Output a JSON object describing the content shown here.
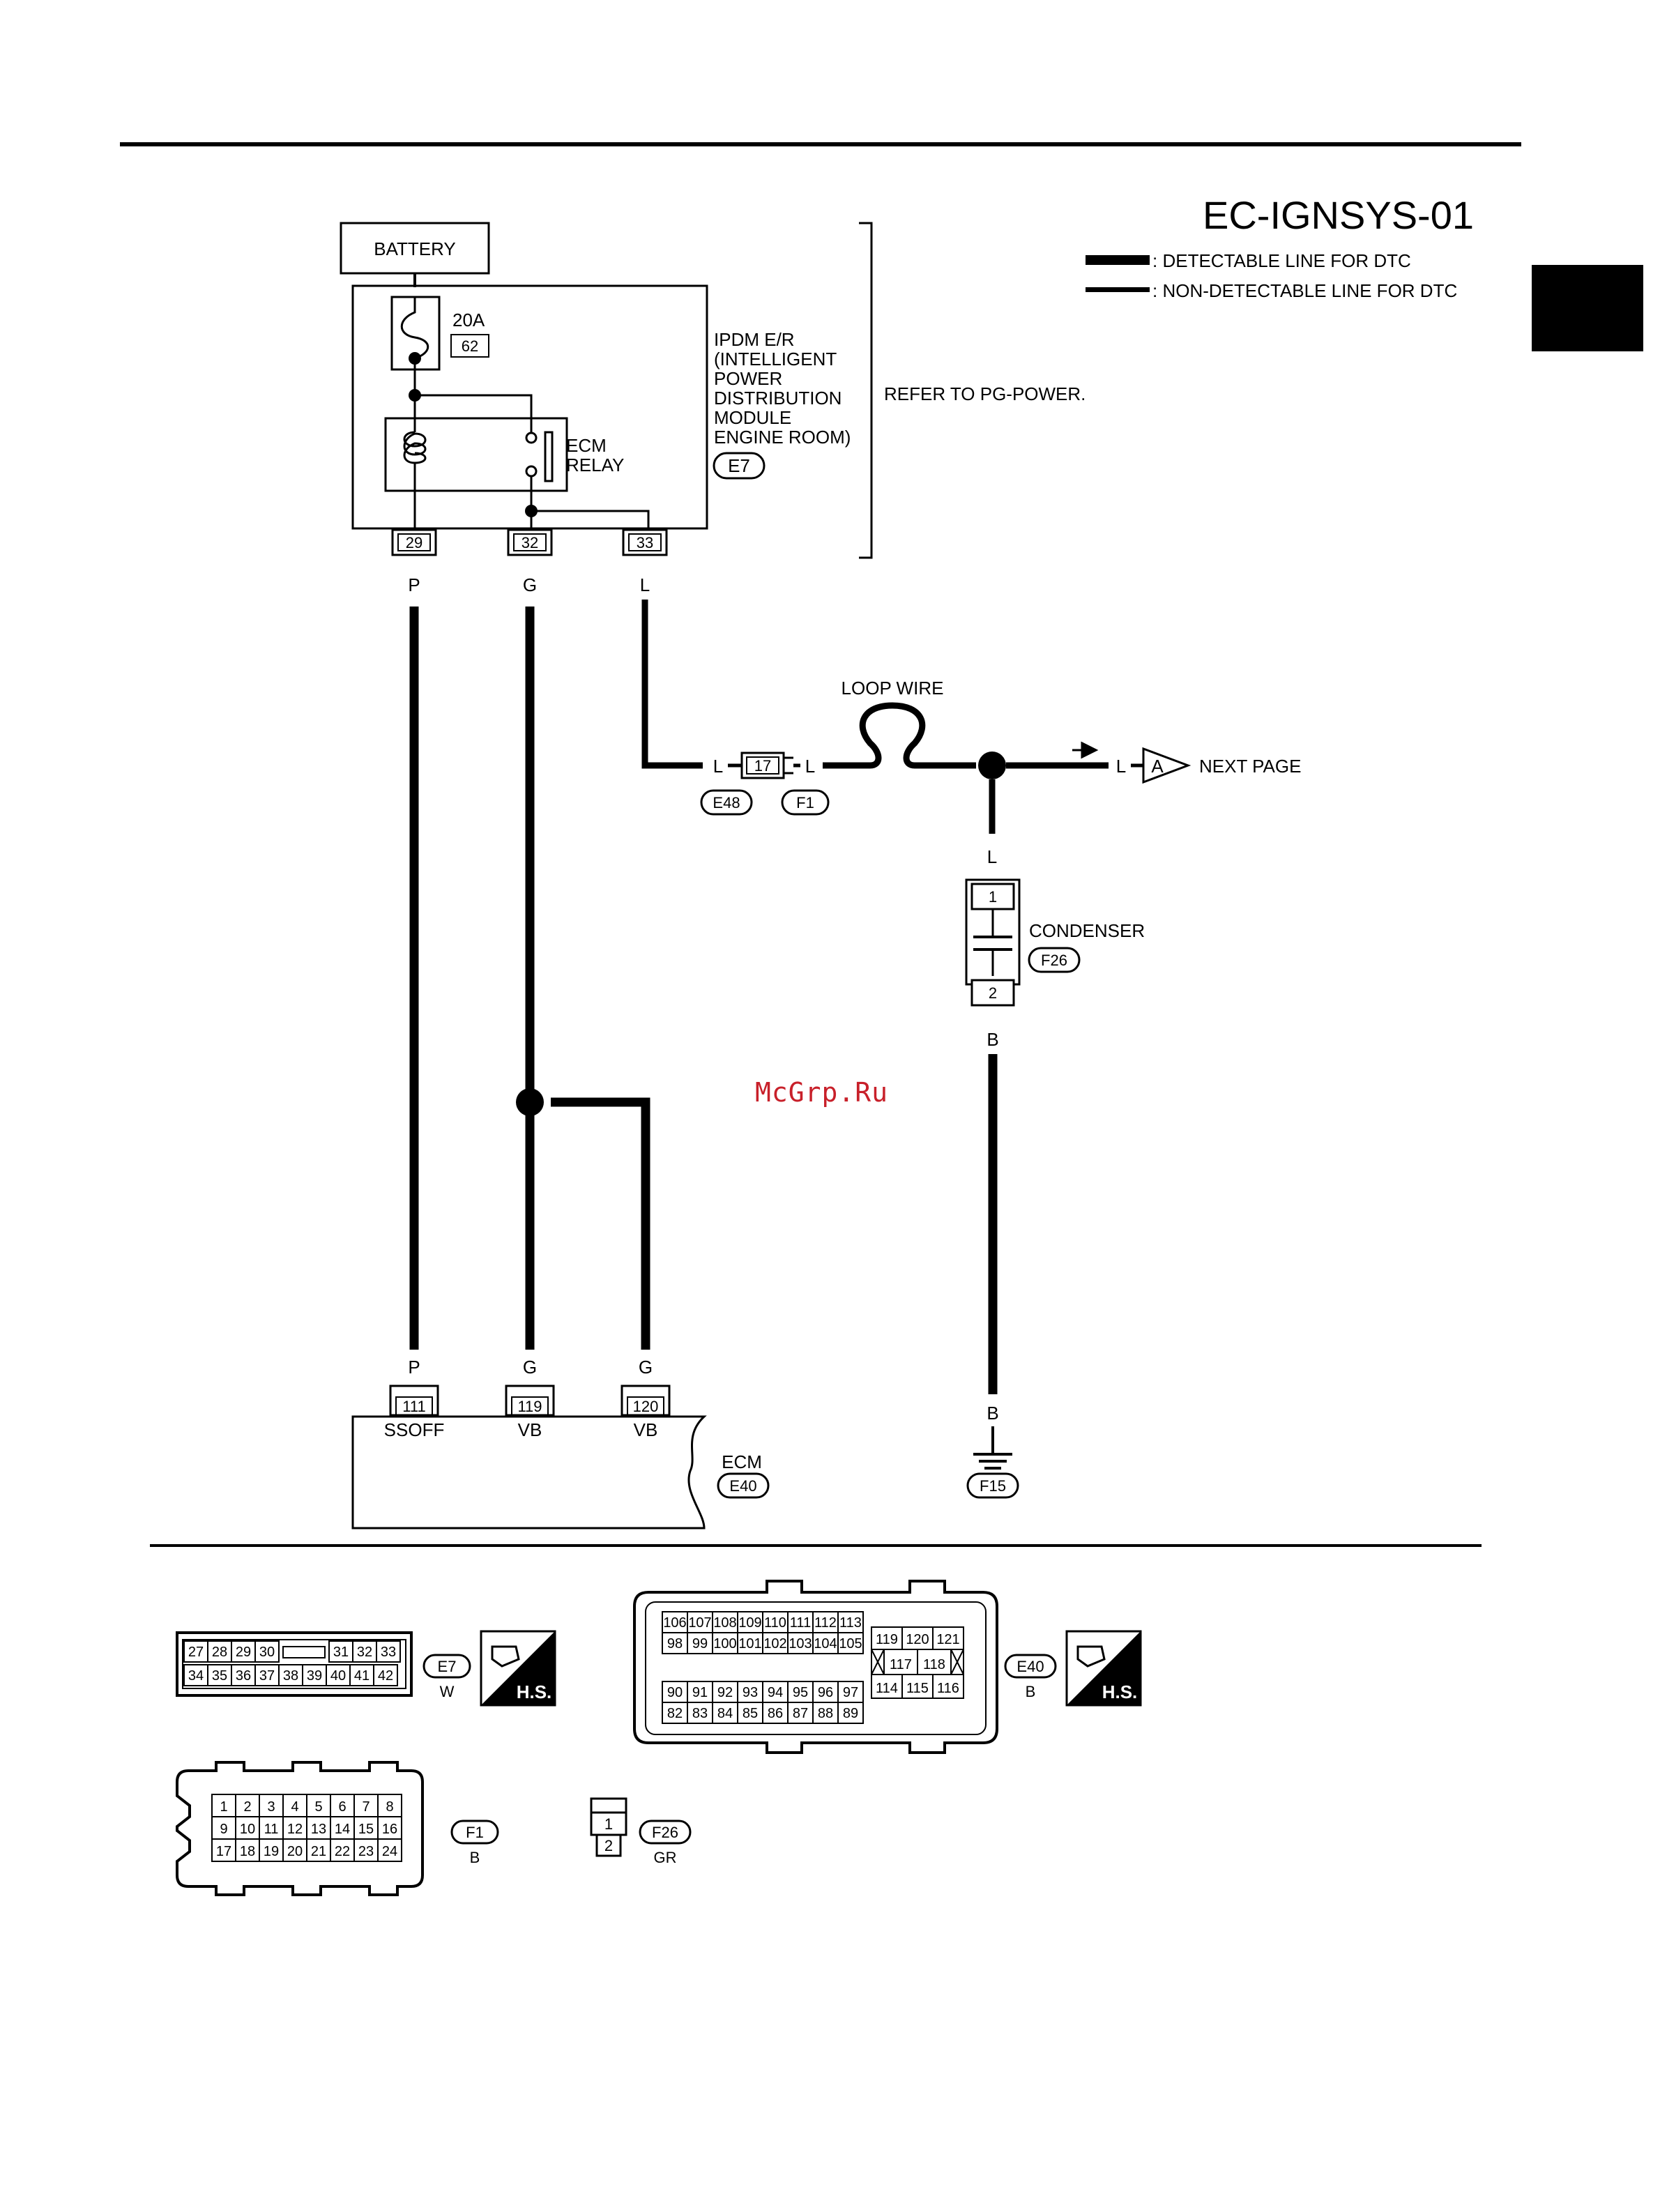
{
  "diagram": {
    "title": "EC-IGNSYS-01",
    "legend": {
      "detectable": ": DETECTABLE LINE FOR DTC",
      "non_detectable": ": NON-DETECTABLE LINE FOR DTC"
    },
    "battery": "BATTERY",
    "fuse": {
      "rating": "20A",
      "number": "62"
    },
    "relay": {
      "line1": "ECM",
      "line2": "RELAY"
    },
    "ipdm": {
      "lines": [
        "IPDM E/R",
        "(INTELLIGENT",
        "POWER",
        "DISTRIBUTION",
        "MODULE",
        "ENGINE ROOM)"
      ],
      "connector": "E7"
    },
    "refer": "REFER TO PG-POWER.",
    "ipdm_pins": [
      "29",
      "32",
      "33"
    ],
    "wire_colors_top": [
      "P",
      "G",
      "L"
    ],
    "loop_wire": "LOOP WIRE",
    "joint_pin": "17",
    "joint_wire_left": "L",
    "joint_wire_right": "L",
    "joint_connectors": [
      "E48",
      "F1"
    ],
    "next_page": {
      "wire": "L",
      "marker": "A",
      "label": "NEXT PAGE"
    },
    "condenser": {
      "wire_top": "L",
      "pins": [
        "1",
        "2"
      ],
      "label": "CONDENSER",
      "connector": "F26",
      "wire_bottom": "B"
    },
    "ground": {
      "wire": "B",
      "connector": "F15"
    },
    "ecm": {
      "wire_colors": [
        "P",
        "G",
        "G"
      ],
      "pins": [
        "111",
        "119",
        "120"
      ],
      "terminals": [
        "SSOFF",
        "VB",
        "VB"
      ],
      "label": "ECM",
      "connector": "E40"
    },
    "watermark": "McGrp.Ru"
  },
  "connectors": {
    "e7": {
      "row1": [
        "27",
        "28",
        "29",
        "30",
        "",
        "31",
        "32",
        "33"
      ],
      "row2": [
        "34",
        "35",
        "36",
        "37",
        "38",
        "39",
        "40",
        "41",
        "42"
      ],
      "id": "E7",
      "color": "W",
      "badge": "H.S."
    },
    "e40": {
      "top_row1": [
        "106",
        "107",
        "108",
        "109",
        "110",
        "111",
        "112",
        "113"
      ],
      "top_row2": [
        "98",
        "99",
        "100",
        "101",
        "102",
        "103",
        "104",
        "105"
      ],
      "right_row1": [
        "119",
        "120",
        "121"
      ],
      "right_row2": [
        "",
        "117",
        "118",
        ""
      ],
      "right_row3": [
        "114",
        "115",
        "116"
      ],
      "bot_row1": [
        "90",
        "91",
        "92",
        "93",
        "94",
        "95",
        "96",
        "97"
      ],
      "bot_row2": [
        "82",
        "83",
        "84",
        "85",
        "86",
        "87",
        "88",
        "89"
      ],
      "id": "E40",
      "color": "B",
      "badge": "H.S."
    },
    "f1": {
      "row1": [
        "1",
        "2",
        "3",
        "4",
        "5",
        "6",
        "7",
        "8"
      ],
      "row2": [
        "9",
        "10",
        "11",
        "12",
        "13",
        "14",
        "15",
        "16"
      ],
      "row3": [
        "17",
        "18",
        "19",
        "20",
        "21",
        "22",
        "23",
        "24"
      ],
      "id": "F1",
      "color": "B"
    },
    "f26": {
      "pins": [
        "1",
        "2"
      ],
      "id": "F26",
      "color": "GR"
    }
  }
}
